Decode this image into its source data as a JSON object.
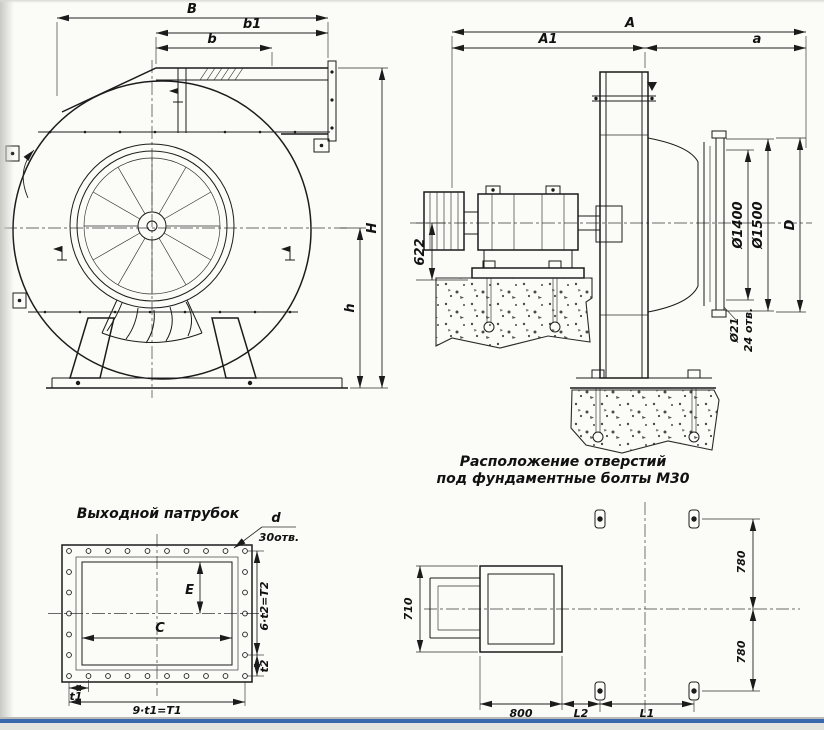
{
  "colors": {
    "ink": "#1b1b1b",
    "paper": "#fbfbf8",
    "bottom_bar": "#3a67ae"
  },
  "front_view": {
    "dims": {
      "B": "B",
      "b1": "b1",
      "b": "b",
      "H": "H",
      "h": "h"
    }
  },
  "side_view": {
    "dims": {
      "A": "A",
      "A1": "A1",
      "a": "a",
      "v622": "622",
      "d1400": "Ø1400",
      "d1500": "Ø1500",
      "D": "D",
      "holes_d": "Ø21",
      "holes_n": "24 отв."
    }
  },
  "outlet_flange": {
    "title": "Выходной патрубок",
    "dims": {
      "C": "C",
      "E": "E",
      "d": "d",
      "holes": "30отв.",
      "T2": "6·t2=T2",
      "t2": "t2",
      "t1": "t1",
      "T1": "9·t1=T1"
    }
  },
  "foundation_plan": {
    "caption1": "Расположение отверстий",
    "caption2": "под фундаментные болты М30",
    "dims": {
      "v710": "710",
      "v780a": "780",
      "v780b": "780",
      "h800": "800",
      "L2": "L2",
      "L1": "L1"
    }
  }
}
